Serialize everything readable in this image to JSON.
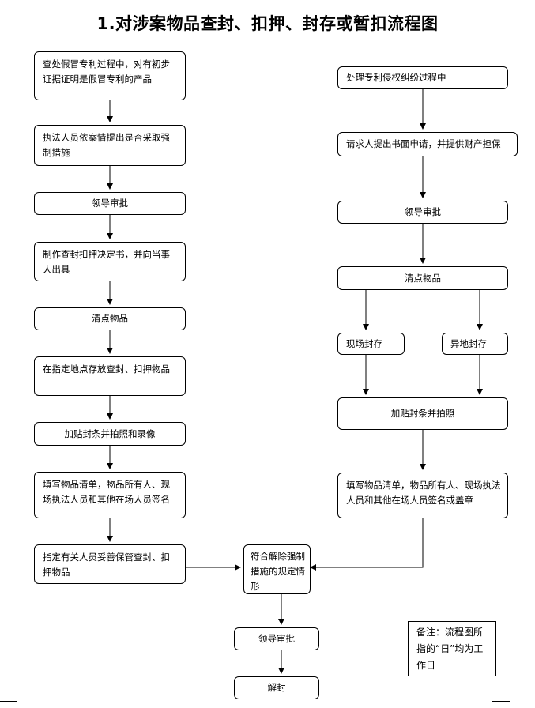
{
  "title": "1.对涉案物品查封、扣押、封存或暂扣流程图",
  "left_flow": [
    "查处假冒专利过程中，对有初步证据证明是假冒专利的产品",
    "执法人员依案情提出是否采取强制措施",
    "领导审批",
    "制作查封扣押决定书，并向当事人出具",
    "清点物品",
    "在指定地点存放查封、扣押物品",
    "加贴封条并拍照和录像",
    "填写物品清单，物品所有人、现场执法人员和其他在场人员签名",
    "指定有关人员妥善保管查封、扣押物品"
  ],
  "right_flow": {
    "start": "处理专利侵权纠纷过程中",
    "request": "请求人提出书面申请，并提供财产担保",
    "approve": "领导审批",
    "count": "清点物品",
    "onsite": "现场封存",
    "offsite": "异地封存",
    "seal": "加贴封条并拍照",
    "list": "填写物品清单，物品所有人、现场执法人员和其他在场人员签名或盖章"
  },
  "bottom_flow": {
    "condition": "符合解除强制措施的规定情形",
    "approve": "领导审批",
    "release": "解封"
  },
  "note": "备注：流程图所指的“日”均为工作日"
}
